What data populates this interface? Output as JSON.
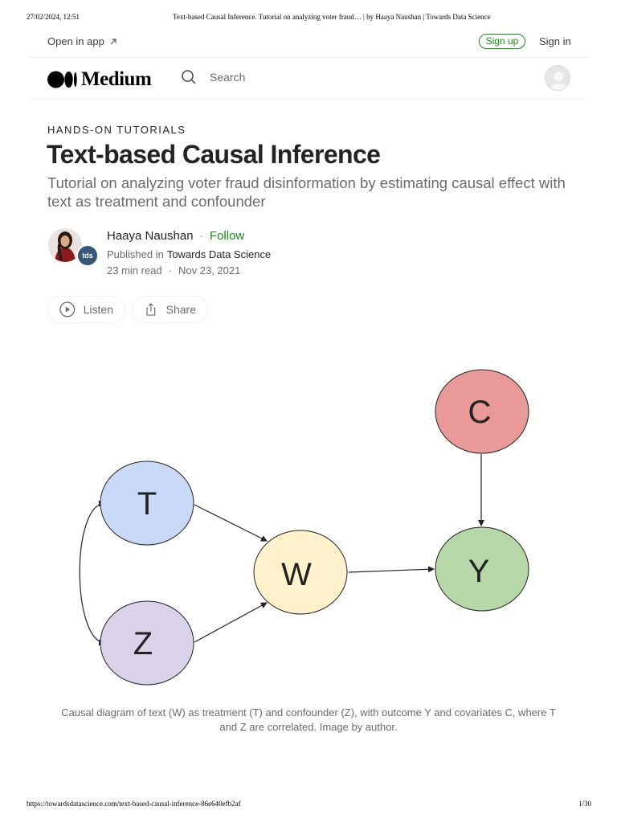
{
  "print_header": {
    "date": "27/02/2024, 12:51",
    "title": "Text-based Causal Inference. Tutorial on analyzing voter fraud… | by Haaya Naushan | Towards Data Science"
  },
  "print_footer": {
    "url": "https://towardsdatascience.com/text-based-causal-inference-86e640efb2af",
    "page": "1/30"
  },
  "topbar": {
    "open_in_app": "Open in app",
    "sign_up": "Sign up",
    "sign_in": "Sign in"
  },
  "nav": {
    "brand": "Medium",
    "search_placeholder": "Search",
    "icons": {
      "search": "search-icon",
      "avatar": "user-avatar-icon",
      "arrow": "arrow-up-right-icon"
    }
  },
  "article": {
    "kicker": "HANDS-ON TUTORIALS",
    "title": "Text-based Causal Inference",
    "subtitle": "Tutorial on analyzing voter fraud disinformation by estimating causal effect with text as treatment and confounder",
    "author": "Haaya Naushan",
    "follow": "Follow",
    "published_in_label": "Published in",
    "publication": "Towards Data Science",
    "publication_badge": "tds",
    "read_time": "23 min read",
    "date": "Nov 23, 2021",
    "listen": "Listen",
    "share": "Share",
    "caption": "Causal diagram of text (W) as treatment (T) and confounder (Z), with outcome Y and covariates C, where T and Z are correlated. Image by author."
  },
  "diagram": {
    "nodes": {
      "T": {
        "label": "T",
        "color": "#c9daf8"
      },
      "Z": {
        "label": "Z",
        "color": "#d9d2e9"
      },
      "W": {
        "label": "W",
        "color": "#fff2cc"
      },
      "Y": {
        "label": "Y",
        "color": "#b6d7a8"
      },
      "C": {
        "label": "C",
        "color": "#ea9999"
      }
    },
    "edges": [
      {
        "from": "T",
        "to": "W"
      },
      {
        "from": "Z",
        "to": "W"
      },
      {
        "from": "W",
        "to": "Y"
      },
      {
        "from": "C",
        "to": "Y"
      },
      {
        "from": "T",
        "to": "Z",
        "bidirectional": true
      }
    ]
  },
  "colors": {
    "accent_green": "#1a8917",
    "text_primary": "#242424",
    "text_secondary": "#6b6b6b"
  }
}
